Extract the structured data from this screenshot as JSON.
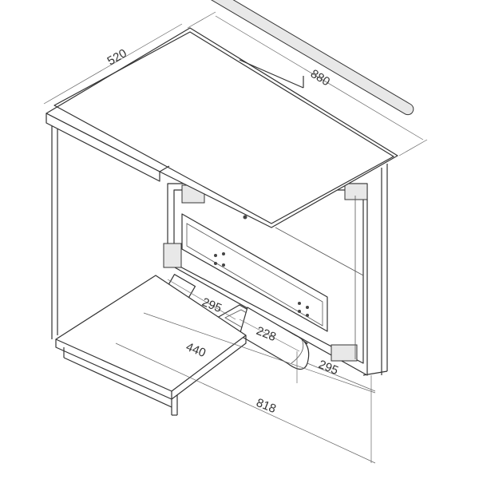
{
  "title": "Downdraft hob with extractor – installation dimensions",
  "dimensions": {
    "worktop_depth": "520",
    "worktop_width": "880",
    "duct_offset_left": "295",
    "duct_width": "228",
    "shelf_depth": "440",
    "duct_offset_right": "295",
    "overall_depth": "818"
  }
}
